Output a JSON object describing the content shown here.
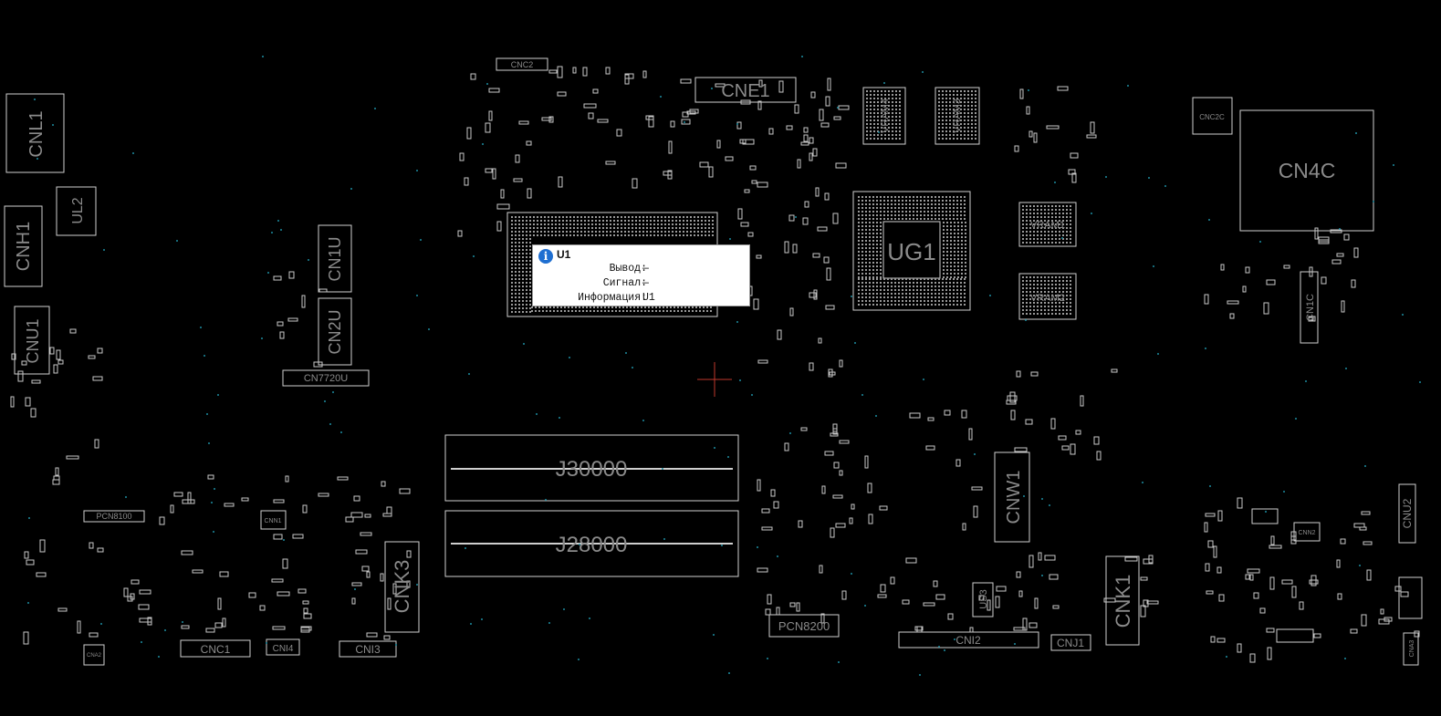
{
  "colors": {
    "background": "#000000",
    "outline": "#cfcfcf",
    "label": "#8a8a8a",
    "via": "#1d8ca0",
    "cursor": "#c0392b",
    "tooltip_bg": "#ffffff",
    "info_icon": "#1f6fd1"
  },
  "components": {
    "cne1": "CNE1",
    "cnc2": "CNC2",
    "vram4": "VRAM4",
    "vram3": "VRAM3",
    "vram1": "VRAM1",
    "vram2": "VRAM2",
    "ug1": "UG1",
    "cnc2c": "CNC2C",
    "cn4c": "CN4C",
    "cn1c": "CN1C",
    "cnl1": "CNL1",
    "ul2": "UL2",
    "cnh1": "CNH1",
    "cnu1": "CNU1",
    "cn1u": "CN1U",
    "cn2u": "CN2U",
    "cn7720u": "CN7720U",
    "j30000": "J30000",
    "j28000": "J28000",
    "cnw1": "CNW1",
    "cnk1": "CNK1",
    "cnk3": "CNK3",
    "pcn8100": "PCN8100",
    "cnn1": "CNN1",
    "cnc1": "CNC1",
    "cni4": "CNI4",
    "cni3": "CNI3",
    "cna2": "CNA2",
    "pcn8200": "PCN8200",
    "cni2": "CNI2",
    "cnj1": "CNJ1",
    "us3": "US3",
    "cnu2": "CNU2",
    "cnn2": "CNN2",
    "cna3": "CNA3"
  },
  "tooltip": {
    "icon": "info-icon",
    "title": "U1",
    "pin_key": "Вывод:",
    "pin_value": "—",
    "signal_key": "Сигнал:",
    "signal_value": "—",
    "info_key": "Информация:",
    "info_value": "U1"
  },
  "cursor": {
    "icon": "crosshair-icon"
  }
}
